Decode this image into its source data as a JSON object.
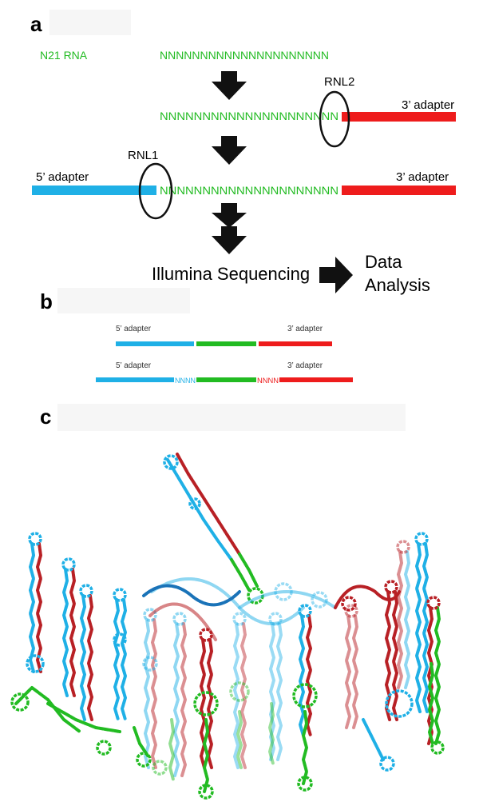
{
  "colors": {
    "blue": "#1fb0e6",
    "red": "#ee1c1c",
    "green": "#22bb22",
    "dark_red": "#b82025",
    "dark_blue": "#1a73b8",
    "dark_green": "#1e8e1e"
  },
  "panel_a": {
    "letter": "a",
    "n21_label": "N21 RNA",
    "rna_sequence": "NNNNNNNNNNNNNNNNNNNNN",
    "rnl2_label": "RNL2",
    "rnl1_label": "RNL1",
    "adapter5_label": "5’ adapter",
    "adapter3_label": "3’ adapter",
    "illumina_label": "Illumina Sequencing",
    "data_label_line1": "Data",
    "data_label_line2": "Analysis"
  },
  "panel_b": {
    "letter": "b",
    "adapter5_label": "5’ adapter",
    "adapter3_label": "3’ adapter",
    "nnnn": "NNNN"
  },
  "panel_c": {
    "letter": "c"
  }
}
